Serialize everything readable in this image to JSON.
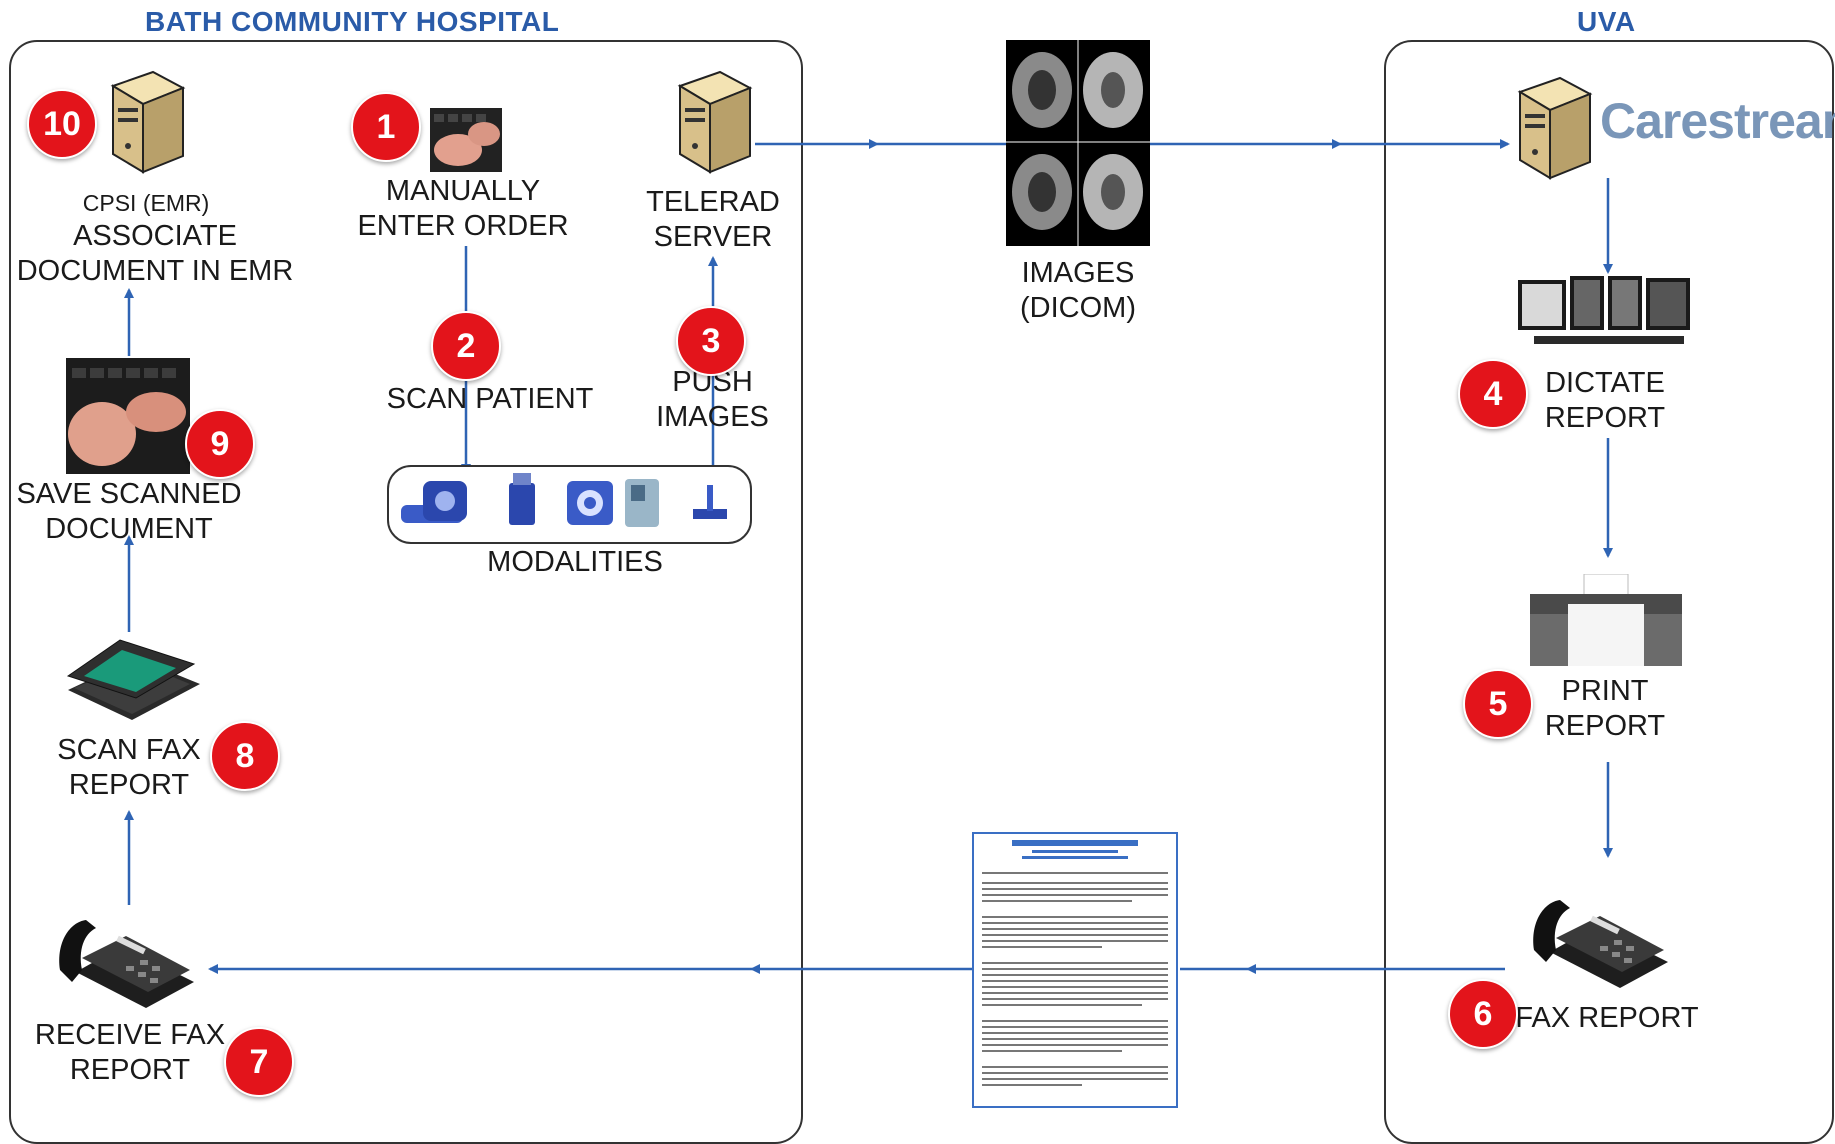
{
  "titles": {
    "left": "BATH COMMUNITY HOSPITAL",
    "right": "UVA"
  },
  "labels": {
    "emr_name": "CPSI (EMR)",
    "associate": [
      "ASSOCIATE",
      "DOCUMENT IN EMR"
    ],
    "enter_order": [
      "MANUALLY",
      "ENTER ORDER"
    ],
    "telerad": [
      "TELERAD",
      "SERVER"
    ],
    "scan_patient": "SCAN PATIENT",
    "push_images": [
      "PUSH",
      "IMAGES"
    ],
    "modalities": "MODALITIES",
    "save_scanned": [
      "SAVE SCANNED",
      "DOCUMENT"
    ],
    "scan_fax": [
      "SCAN FAX",
      "REPORT"
    ],
    "receive_fax": [
      "RECEIVE FAX",
      "REPORT"
    ],
    "images": [
      "IMAGES",
      "(DICOM)"
    ],
    "carestream": "Carestream",
    "dictate": [
      "DICTATE",
      "REPORT"
    ],
    "print": [
      "PRINT",
      "REPORT"
    ],
    "fax_report": "FAX REPORT"
  },
  "steps": [
    "1",
    "2",
    "3",
    "4",
    "5",
    "6",
    "7",
    "8",
    "9",
    "10"
  ],
  "colors": {
    "accent": "#2a5ba8",
    "badge": "#e3141b",
    "arrow": "#2f64b4"
  }
}
